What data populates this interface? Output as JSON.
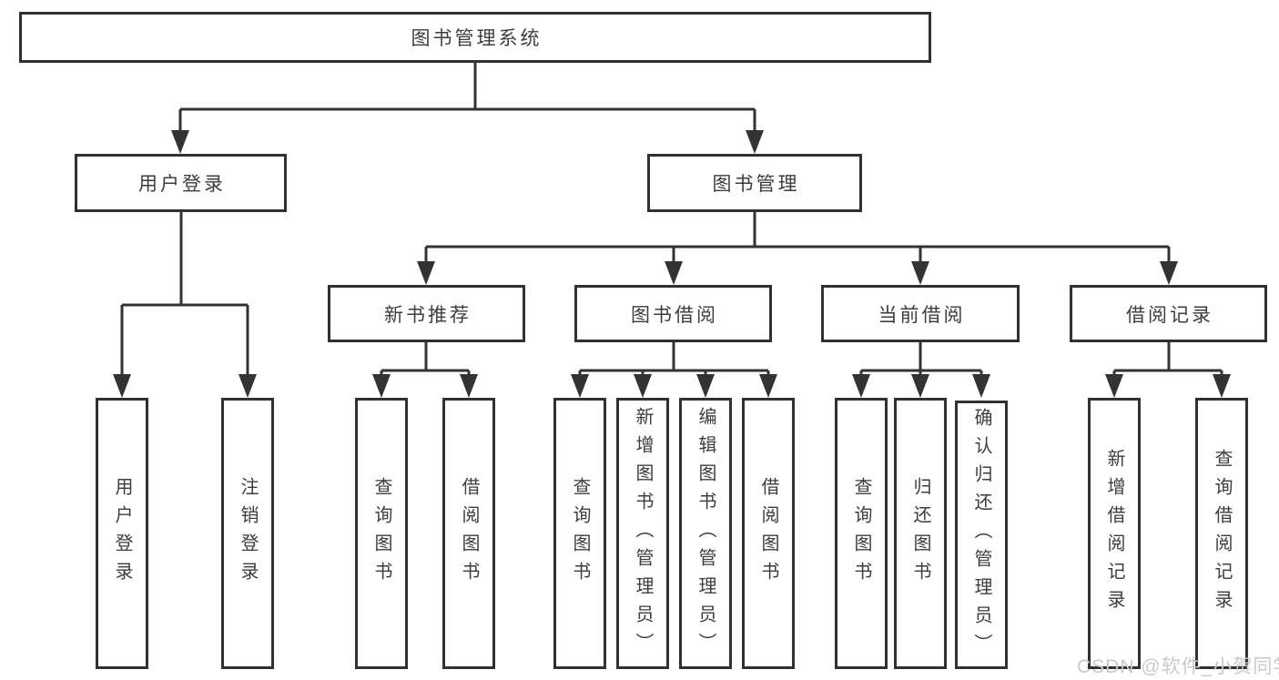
{
  "tree": {
    "root": {
      "label": "图书管理系统",
      "children": [
        {
          "label": "用户登录",
          "children": [
            {
              "label": "用户登录"
            },
            {
              "label": "注销登录"
            }
          ]
        },
        {
          "label": "图书管理",
          "children": [
            {
              "label": "新书推荐",
              "children": [
                {
                  "label": "查询图书"
                },
                {
                  "label": "借阅图书"
                }
              ]
            },
            {
              "label": "图书借阅",
              "children": [
                {
                  "label": "查询图书"
                },
                {
                  "label": "新增图书（管理员）"
                },
                {
                  "label": "编辑图书（管理员）"
                },
                {
                  "label": "借阅图书"
                }
              ]
            },
            {
              "label": "当前借阅",
              "children": [
                {
                  "label": "查询图书"
                },
                {
                  "label": "归还图书"
                },
                {
                  "label": "确认归还（管理员）"
                }
              ]
            },
            {
              "label": "借阅记录",
              "children": [
                {
                  "label": "新增借阅记录"
                },
                {
                  "label": "查询借阅记录"
                }
              ]
            }
          ]
        }
      ]
    }
  },
  "watermark": {
    "text": "CSDN @软件_小贺同学"
  },
  "colors": {
    "box_border": "#333333",
    "connector": "#333333",
    "text": "#3d3d3d",
    "watermark_text": "#c9c9c9",
    "background": "#ffffff"
  }
}
